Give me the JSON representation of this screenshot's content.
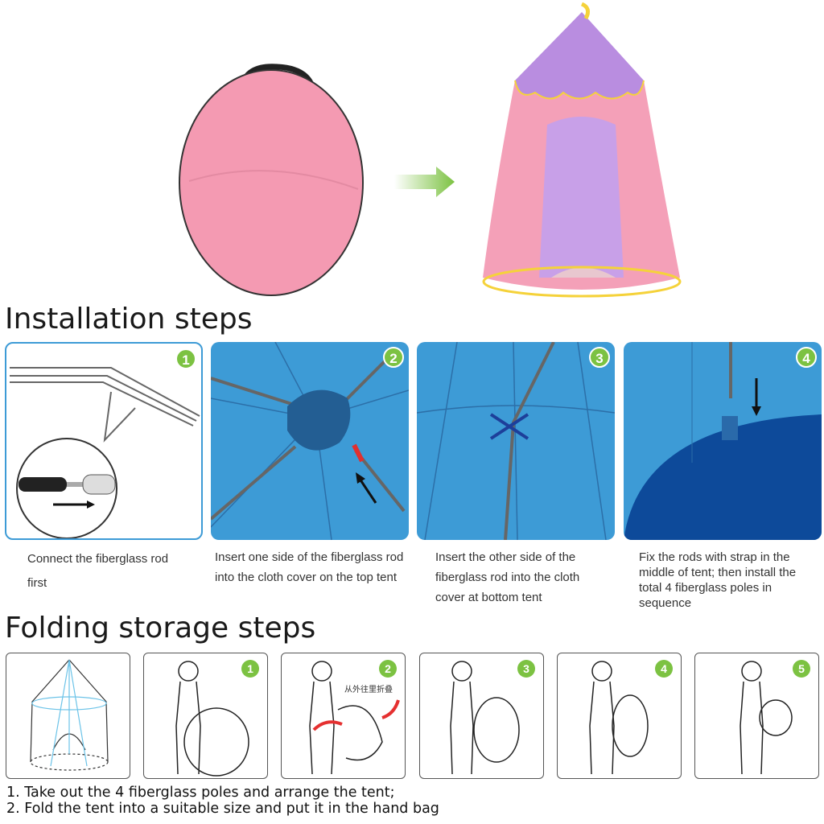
{
  "installation": {
    "title": "Installation steps",
    "steps": [
      {
        "number": "1",
        "caption": "Connect the fiberglass rod first"
      },
      {
        "number": "2",
        "caption": "Insert one side of the fiberglass rod into the cloth cover on the top tent"
      },
      {
        "number": "3",
        "caption": "Insert the other side of the fiberglass rod into the cloth cover at bottom tent"
      },
      {
        "number": "4",
        "caption": "Fix the rods with strap in the middle of tent; then install the total 4 fiberglass poles in sequence"
      }
    ]
  },
  "folding": {
    "title": "Folding storage steps",
    "steps": [
      {
        "number": "1"
      },
      {
        "number": "2",
        "annotation": "从外往里折叠"
      },
      {
        "number": "3"
      },
      {
        "number": "4"
      },
      {
        "number": "5"
      }
    ],
    "notes": [
      "1. Take out the 4 fiberglass poles and arrange the tent;",
      "2. Fold the tent into a suitable size and put it in the hand bag"
    ]
  },
  "colors": {
    "badge": "#7cc242",
    "panel": "#3d9bd6",
    "pink": "#f4a0b8",
    "purple": "#b98de0"
  }
}
